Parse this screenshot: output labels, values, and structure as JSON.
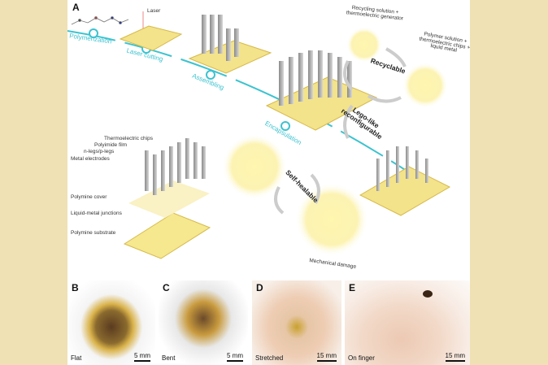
{
  "panel_a": {
    "label": "A",
    "steps": [
      "Polymerization",
      "Laser cutting",
      "Assembling",
      "Encapsulation"
    ],
    "laser_label": "Laser",
    "recycle_top": [
      "Recycling solution +",
      "thermoelectric generator"
    ],
    "recycle_right": [
      "Polymer solution +",
      "thermoelectric chips +",
      "liquid metal"
    ],
    "recyclable": "Recyclable",
    "lego": [
      "Lego-like",
      "reconfigurable"
    ],
    "self_healable": "Self-healable",
    "mechanical_damage": "Mechanical damage",
    "exploded_labels": [
      "Thermoelectric chips",
      "Polyimide film",
      "n-legs/p-legs",
      "Metal electrodes",
      "Polymine cover",
      "Liquid-metal junctions",
      "Polymine substrate"
    ],
    "accent_color": "#3cc3cf"
  },
  "photos": [
    {
      "label": "B",
      "caption": "Flat",
      "scale": "5 mm"
    },
    {
      "label": "C",
      "caption": "Bent",
      "scale": "5 mm"
    },
    {
      "label": "D",
      "caption": "Stretched",
      "scale": "15 mm"
    },
    {
      "label": "E",
      "caption": "On finger",
      "scale": "15 mm"
    }
  ]
}
